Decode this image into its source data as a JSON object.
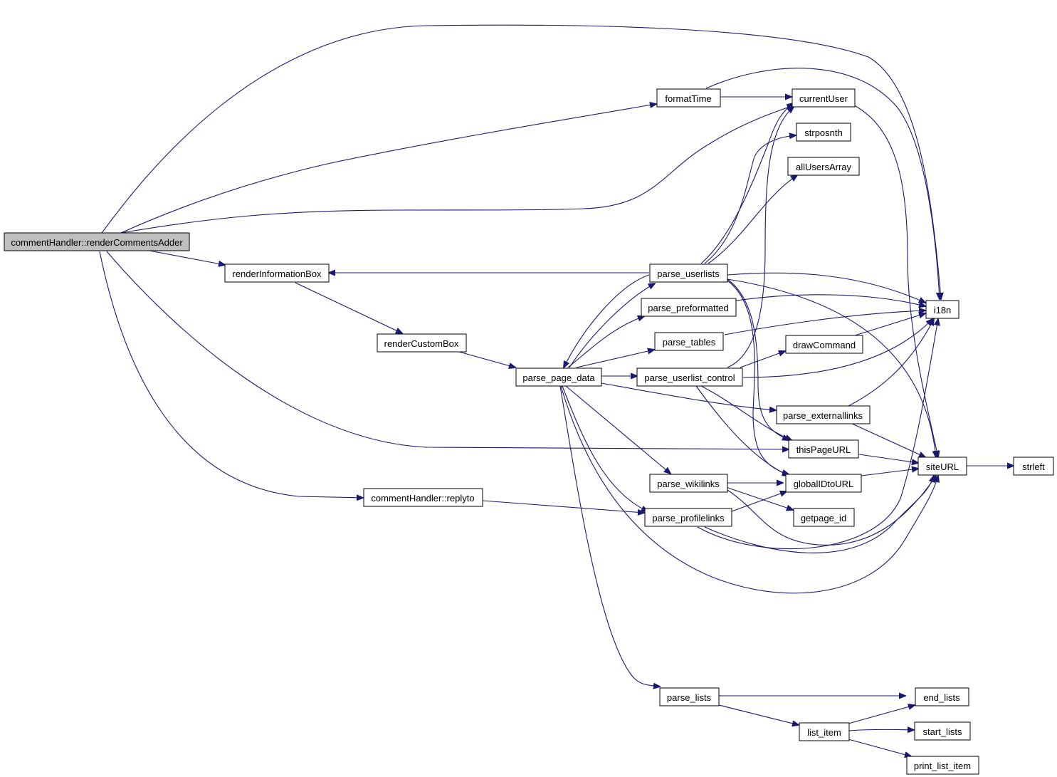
{
  "nodes": {
    "renderCommentsAdder": "commentHandler::renderCommentsAdder",
    "renderInformationBox": "renderInformationBox",
    "renderCustomBox": "renderCustomBox",
    "parse_page_data": "parse_page_data",
    "formatTime": "formatTime",
    "currentUser": "currentUser",
    "strposnth": "strposnth",
    "allUsersArray": "allUsersArray",
    "parse_userlists": "parse_userlists",
    "parse_preformatted": "parse_preformatted",
    "parse_tables": "parse_tables",
    "parse_userlist_control": "parse_userlist_control",
    "drawCommand": "drawCommand",
    "i18n": "i18n",
    "parse_externallinks": "parse_externallinks",
    "thisPageURL": "thisPageURL",
    "siteURL": "siteURL",
    "strleft": "strleft",
    "parse_wikilinks": "parse_wikilinks",
    "globalIDtoURL": "globalIDtoURL",
    "replyto": "commentHandler::replyto",
    "parse_profilelinks": "parse_profilelinks",
    "getpage_id": "getpage_id",
    "parse_lists": "parse_lists",
    "end_lists": "end_lists",
    "list_item": "list_item",
    "start_lists": "start_lists",
    "print_list_item": "print_list_item"
  },
  "colors": {
    "edge": "#191970",
    "root_fill": "#bfbfbf",
    "node_fill": "#ffffff",
    "node_border": "#000000"
  }
}
